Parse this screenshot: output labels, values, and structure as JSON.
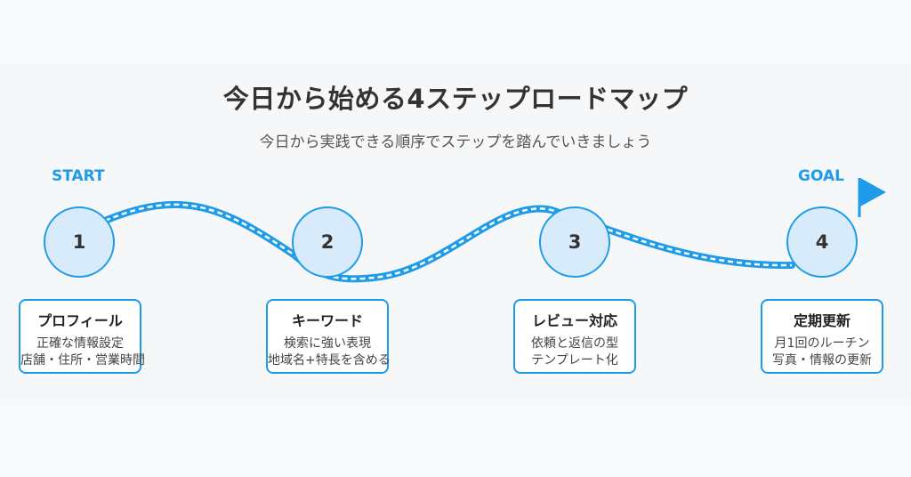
{
  "title": "今日から始める4ステップロードマップ",
  "subtitle": "今日から実践できる順序でステップを踏んでいきましょう",
  "start_label": "START",
  "goal_label": "GOAL",
  "colors": {
    "accent": "#1e9be9",
    "circle_fill": "#d8ebfb",
    "card_bg": "#ffffff",
    "text": "#333333"
  },
  "goal_icon": "flag-icon",
  "steps": [
    {
      "number": "1",
      "title": "プロフィール",
      "lines": [
        "正確な情報設定",
        "店舗・住所・営業時間"
      ]
    },
    {
      "number": "2",
      "title": "キーワード",
      "lines": [
        "検索に強い表現",
        "地域名+特長を含める"
      ]
    },
    {
      "number": "3",
      "title": "レビュー対応",
      "lines": [
        "依頼と返信の型",
        "テンプレート化"
      ]
    },
    {
      "number": "4",
      "title": "定期更新",
      "lines": [
        "月1回のルーチン",
        "写真・情報の更新"
      ]
    }
  ]
}
